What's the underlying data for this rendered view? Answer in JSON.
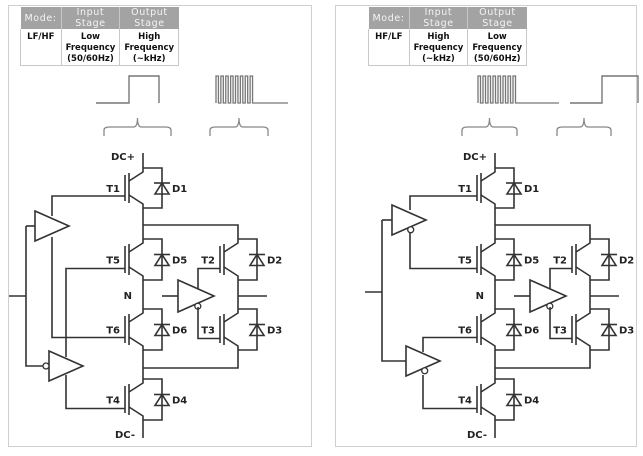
{
  "left": {
    "table": {
      "headers": [
        "Mode:",
        "Input Stage",
        "Output Stage"
      ],
      "row": [
        "LF/HF",
        "Low Frequency (50/60Hz)",
        "High Frequency (~kHz)"
      ],
      "row_lines": [
        [
          "LF/HF"
        ],
        [
          "Low Frequency",
          "(50/60Hz)"
        ],
        [
          "High Frequency",
          "(~kHz)"
        ]
      ]
    },
    "waveforms": [
      "low-frequency-pulse",
      "high-frequency-pulse-train"
    ],
    "labels": {
      "dc_plus": "DC+",
      "dc_minus": "DC-",
      "n": "N",
      "T1": "T1",
      "T2": "T2",
      "T3": "T3",
      "T4": "T4",
      "T5": "T5",
      "T6": "T6",
      "D1": "D1",
      "D2": "D2",
      "D3": "D3",
      "D4": "D4",
      "D5": "D5",
      "D6": "D6"
    }
  },
  "right": {
    "table": {
      "headers": [
        "Mode:",
        "Input Stage",
        "Output Stage"
      ],
      "row": [
        "HF/LF",
        "High Frequency (~kHz)",
        "Low Frequency (50/60Hz)"
      ],
      "row_lines": [
        [
          "HF/LF"
        ],
        [
          "High Frequency",
          "(~kHz)"
        ],
        [
          "Low Frequency",
          "(50/60Hz)"
        ]
      ]
    },
    "waveforms": [
      "high-frequency-pulse-train",
      "low-frequency-pulse"
    ],
    "labels": {
      "dc_plus": "DC+",
      "dc_minus": "DC-",
      "n": "N",
      "T1": "T1",
      "T2": "T2",
      "T3": "T3",
      "T4": "T4",
      "T5": "T5",
      "T6": "T6",
      "D1": "D1",
      "D2": "D2",
      "D3": "D3",
      "D4": "D4",
      "D5": "D5",
      "D6": "D6"
    }
  },
  "colors": {
    "header_bg": "#a3a3a3",
    "header_text": "#f4f4f4",
    "line": "#333333",
    "wave": "#777777",
    "border": "#cfcfcf"
  }
}
